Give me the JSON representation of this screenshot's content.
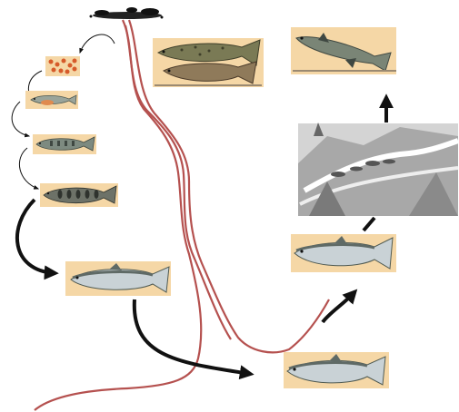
{
  "diagram": {
    "subject": "salmon-life-cycle",
    "colors": {
      "river": "#b5514f",
      "arrow": "#111111",
      "panel_bg": "#f5d7a6",
      "fish_dark": "#4f5a52",
      "fish_silver": "#c9d2d6",
      "egg": "#d65a2a",
      "waterfall_bg": "#bdbdbd"
    },
    "stages": [
      {
        "id": "eggs",
        "icon": "salmon-eggs-icon"
      },
      {
        "id": "alevin",
        "icon": "alevin-fish-icon"
      },
      {
        "id": "fry",
        "icon": "fry-fish-icon"
      },
      {
        "id": "parr",
        "icon": "parr-fish-icon"
      },
      {
        "id": "smolt",
        "icon": "smolt-fish-icon"
      },
      {
        "id": "adult-ocean",
        "icon": "adult-salmon-icon"
      },
      {
        "id": "returning-adult",
        "icon": "returning-salmon-icon"
      },
      {
        "id": "upstream-migration",
        "icon": "waterfall-leap-icon"
      },
      {
        "id": "leaping-salmon",
        "icon": "leaping-salmon-icon"
      },
      {
        "id": "spawning-pair",
        "icon": "spawning-pair-icon"
      }
    ]
  }
}
